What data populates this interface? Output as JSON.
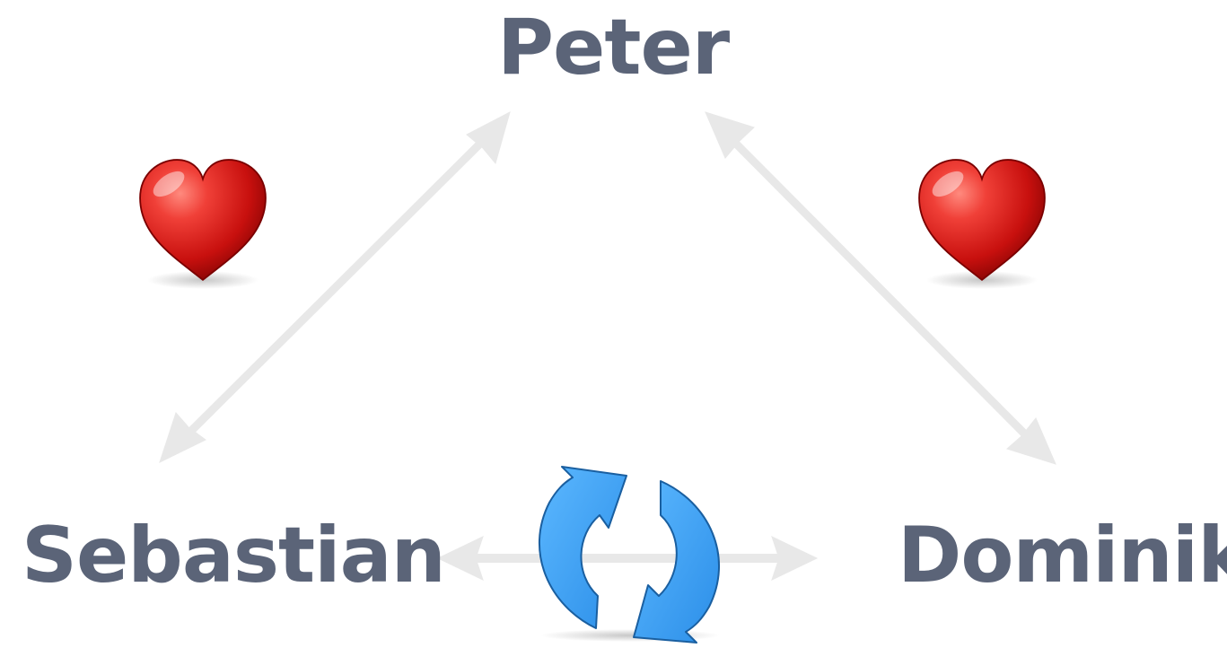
{
  "people": {
    "top": "Peter",
    "left": "Sebastian",
    "right": "Dominik"
  },
  "relations": [
    {
      "from": "Peter",
      "to": "Sebastian",
      "icon": "heart-icon"
    },
    {
      "from": "Peter",
      "to": "Dominik",
      "icon": "heart-icon"
    },
    {
      "from": "Sebastian",
      "to": "Dominik",
      "icon": "refresh-cycle-icon"
    }
  ],
  "colors": {
    "name_text": "#5b6478",
    "arrow": "#e8e8e8",
    "heart_light": "#f25a50",
    "heart_mid": "#d81818",
    "heart_dark": "#7a0000",
    "cycle_fill": "#3ea2f7",
    "cycle_stroke": "#1a5fa0"
  }
}
